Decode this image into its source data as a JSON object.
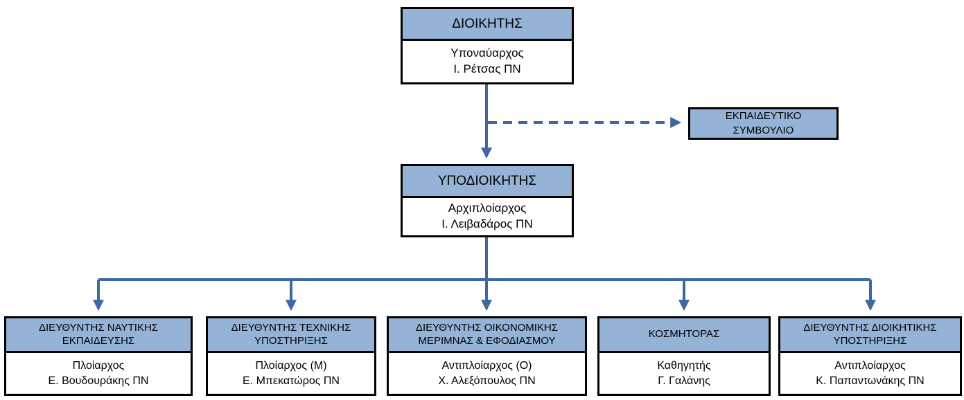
{
  "org_chart": {
    "colors": {
      "node_fill": "#95B3D7",
      "node_border": "#000000",
      "connector": "#3E68A0",
      "background": "#FFFFFF"
    },
    "commander": {
      "title": "ΔΙΟΙΚΗΤΗΣ",
      "rank": "Υποναύαρχος",
      "name": "Ι. Ρέτσας ΠΝ"
    },
    "education_council": {
      "line1": "ΕΚΠΑΙΔΕΥΤΙΚΟ",
      "line2": "ΣΥΜΒΟΥΛΙΟ"
    },
    "deputy_commander": {
      "title": "ΥΠΟΔΙΟΙΚΗΤΗΣ",
      "rank": "Αρχιπλοίαρχος",
      "name": "Ι. Λειβαδάρος ΠΝ"
    },
    "departments": [
      {
        "title_line1": "ΔΙΕΥΘΥΝΤΗΣ ΝΑΥΤΙΚΗΣ",
        "title_line2": "ΕΚΠΑΙΔΕΥΣΗΣ",
        "rank": "Πλοίαρχος",
        "name": "Ε. Βουδουράκης ΠΝ"
      },
      {
        "title_line1": "ΔΙΕΥΘΥΝΤΗΣ ΤΕΧΝΙΚΗΣ",
        "title_line2": "ΥΠΟΣΤΗΡΙΞΗΣ",
        "rank": "Πλοίαρχος (Μ)",
        "name": "Ε. Μπεκατώρος ΠΝ"
      },
      {
        "title_line1": "ΔΙΕΥΘΥΝΤΗΣ ΟΙΚΟΝΟΜΙΚΗΣ",
        "title_line2": "ΜΕΡΙΜΝΑΣ & ΕΦΟΔΙΑΣΜΟΥ",
        "rank": "Αντιπλοίαρχος (Ο)",
        "name": "Χ. Αλεξόπουλος ΠΝ"
      },
      {
        "title_line1": "ΚΟΣΜΗΤΟΡΑΣ",
        "title_line2": "",
        "rank": "Καθηγητής",
        "name": "Γ. Γαλάνης"
      },
      {
        "title_line1": "ΔΙΕΥΘΥΝΤΗΣ ΔΙΟΙΚΗΤΙΚΗΣ",
        "title_line2": "ΥΠΟΣΤΗΡΙΞΗΣ",
        "rank": "Αντιπλοίαρχος",
        "name": "Κ. Παπαντωνάκης ΠΝ"
      }
    ]
  }
}
